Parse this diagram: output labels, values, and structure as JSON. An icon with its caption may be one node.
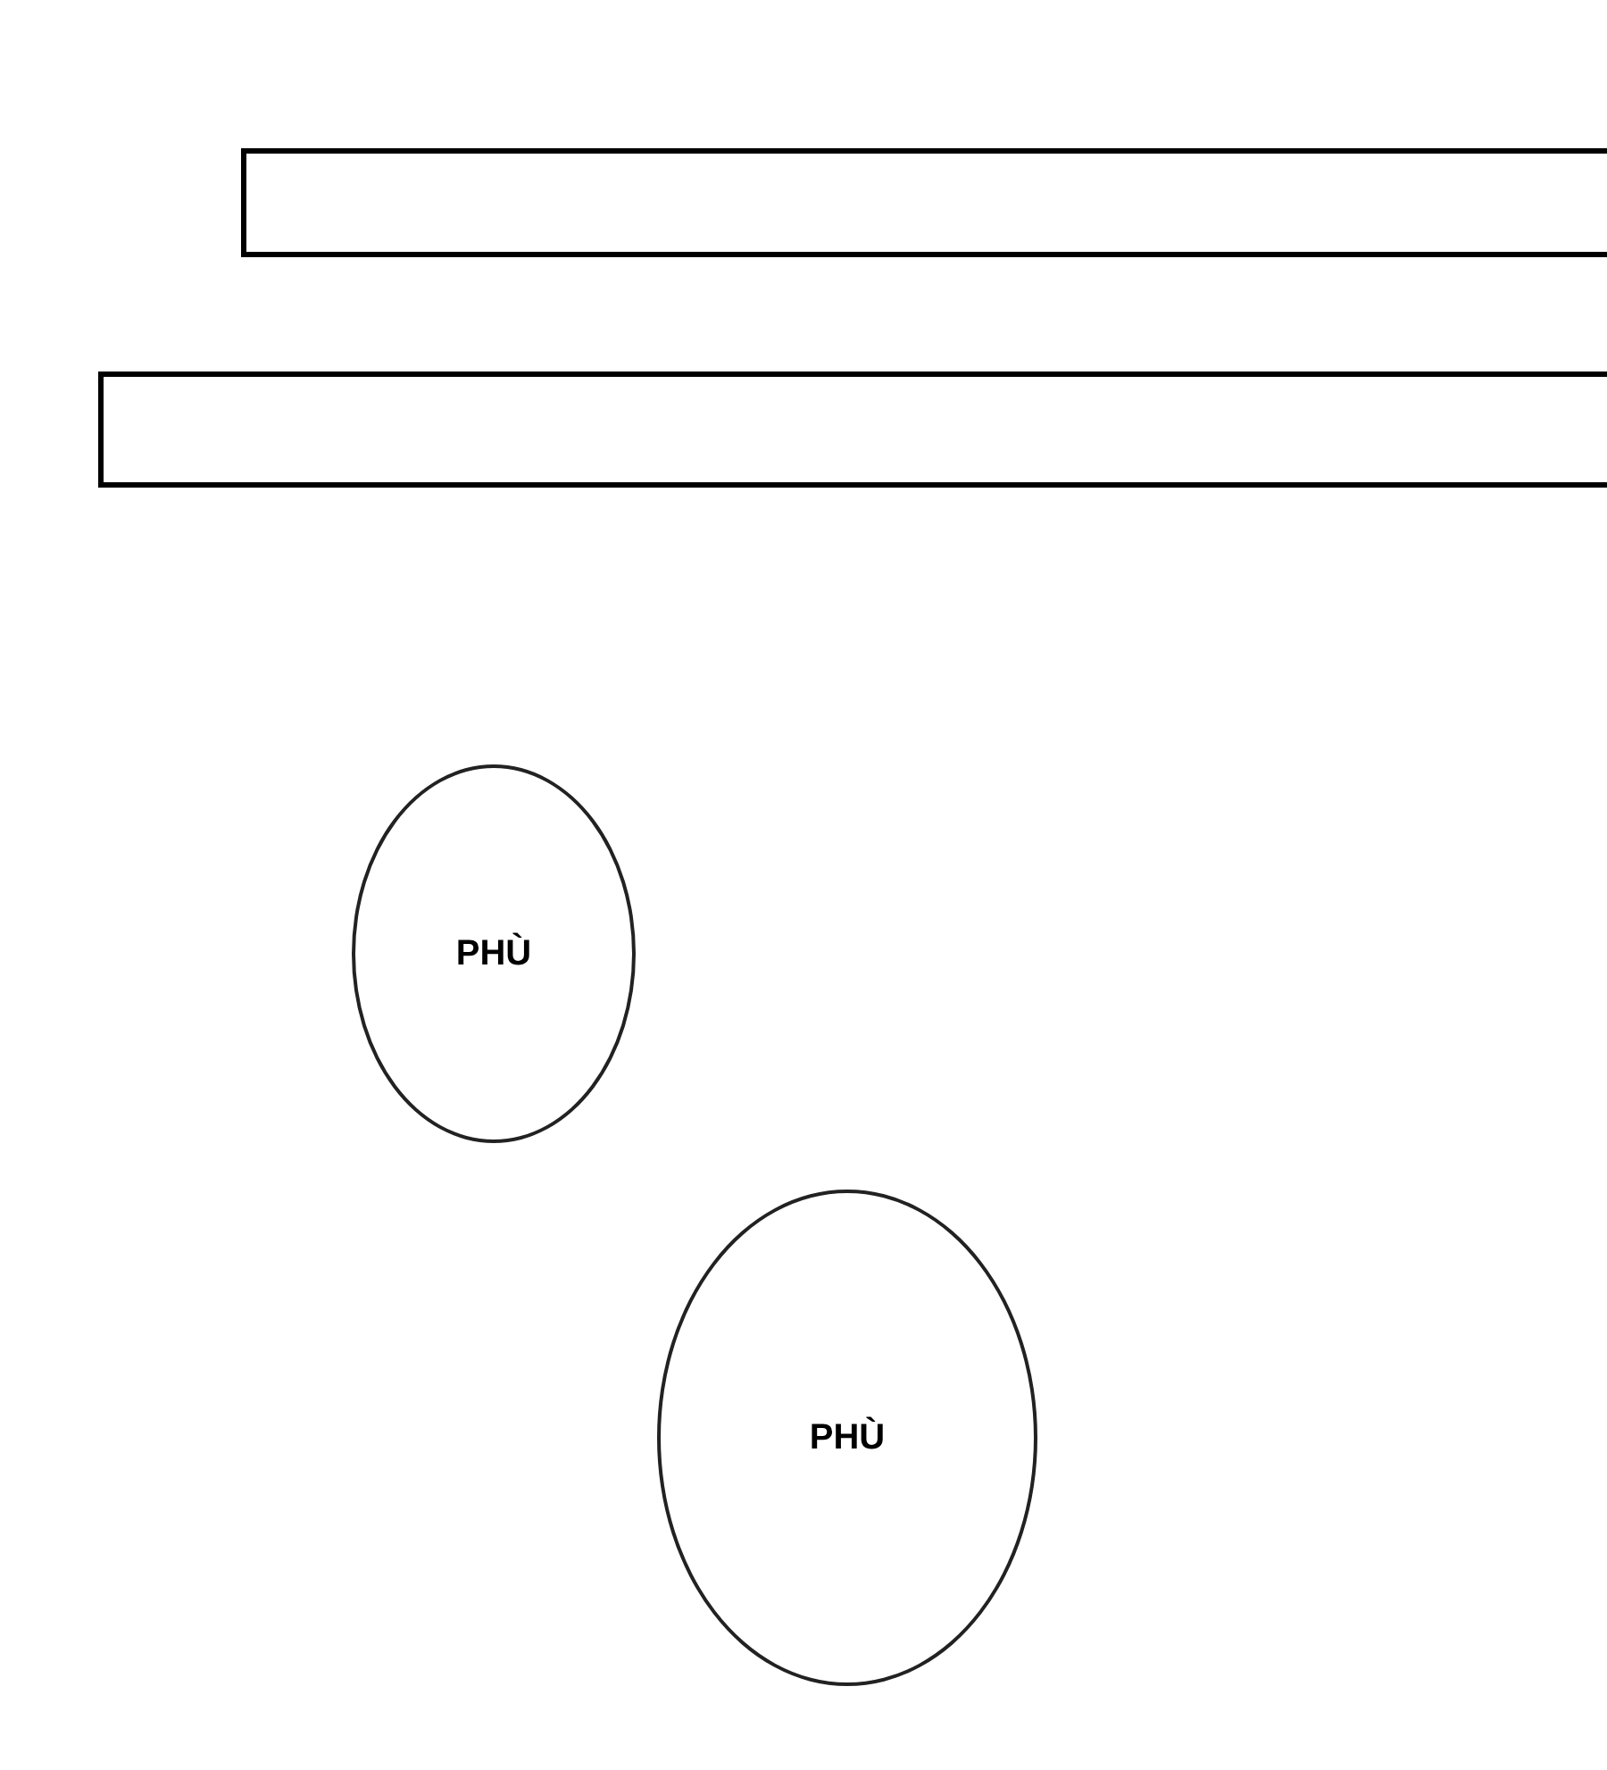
{
  "diagram": {
    "nodes": [
      {
        "text": [],
        "shape": "box"
      },
      {
        "text": [],
        "shape": "box"
      },
      {
        "text": [
          "PHÙ"
        ]
      },
      {
        "text": [
          "PHÙ"
        ]
      }
    ]
  }
}
